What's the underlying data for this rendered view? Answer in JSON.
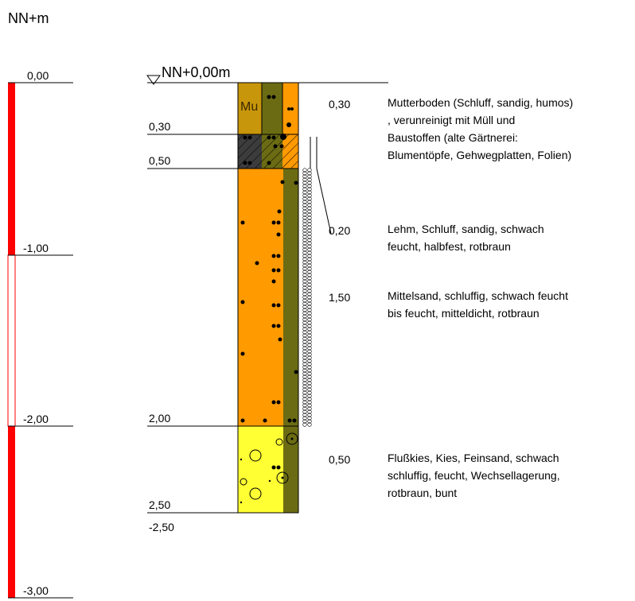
{
  "title": "NN+m",
  "datum_label": "NN+0,00m",
  "scale": {
    "labels": [
      "0,00",
      "-1,00",
      "-2,00",
      "-3,00"
    ],
    "colors": [
      "#ff0000",
      "#ffffff",
      "#ff0000"
    ]
  },
  "depth_labels": {
    "d1": "0,30",
    "d2": "0,50",
    "d3": "2,00",
    "d4": "2,50",
    "end": "-2,50"
  },
  "abbreviation": "Mu",
  "layers": [
    {
      "thickness": "0,30",
      "description": [
        "Mutterboden (Schluff, sandig, humos)",
        ", verunreinigt mit Müll und",
        "Baustoffen (alte Gärtnerei:",
        "Blumentöpfe, Gehwegplatten, Folien)"
      ]
    },
    {
      "thickness": "0,20",
      "description": [
        "Lehm, Schluff, sandig, schwach",
        "feucht, halbfest, rotbraun"
      ]
    },
    {
      "thickness": "1,50",
      "description": [
        "Mittelsand, schluffig, schwach feucht",
        "bis feucht, mitteldicht, rotbraun"
      ]
    },
    {
      "thickness": "0,50",
      "description": [
        "Flußkies, Kies, Feinsand, schwach",
        "schluffig, feucht, Wechsellagerung,",
        "rotbraun, bunt"
      ]
    }
  ],
  "colors": {
    "topsoil": "#c8960a",
    "olive": "#6b6b14",
    "orange": "#ff9a00",
    "fill_dark": "#3c3c3c",
    "gravel": "#ffff33"
  }
}
